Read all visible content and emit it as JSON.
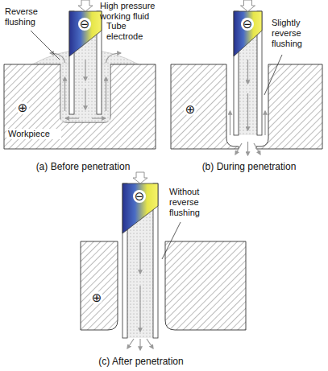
{
  "diagram": {
    "labels": [
      "Reverse flushing",
      "High pressure working fluid",
      "Tube electrode",
      "⊖",
      "Workpiece",
      "⊕",
      "(a) Before penetration",
      "⊖",
      "Slightly reverse flushing",
      "⊕",
      "(b) During penetration",
      "⊖",
      "Without reverse flushing",
      "⊕",
      "(c) After penetration"
    ]
  }
}
